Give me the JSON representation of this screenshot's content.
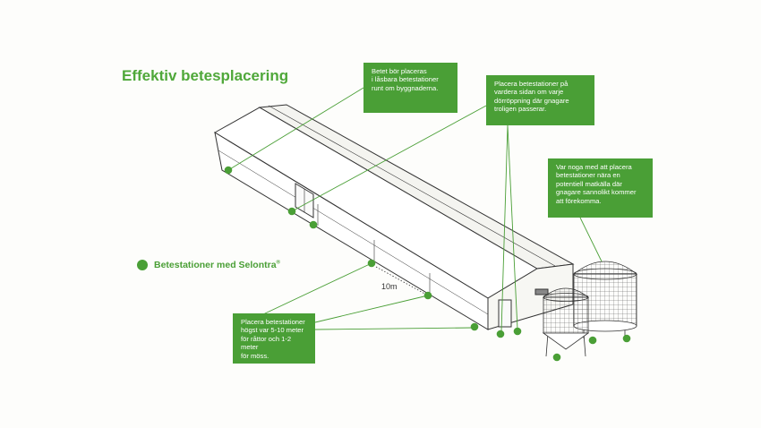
{
  "title": "Effektiv betesplacering",
  "legend": {
    "label": "Betestationer med Selontra",
    "mark": "®",
    "color": "#4a9f36"
  },
  "distance_label": "10m",
  "callouts": [
    {
      "id": "buildings",
      "text": "Betet bör placeras\ni låsbara betestationer\nrunt om byggnaderna."
    },
    {
      "id": "doors",
      "text": "Placera betestationer på\nvardera sidan om varje\ndörröppning där gnagare\ntroligen passerar."
    },
    {
      "id": "food",
      "text": "Var noga med att placera\nbetestationer nära en\npotentiell matkälla där\ngnagare sannolikt kommer\natt förekomma."
    },
    {
      "id": "spacing",
      "text": "Placera betestationer\nhögst var 5-10 meter\nför råttor och 1-2 meter\nför möss."
    }
  ],
  "colors": {
    "accent": "#4a9f36",
    "title": "#4fa83a",
    "line": "#333333"
  }
}
